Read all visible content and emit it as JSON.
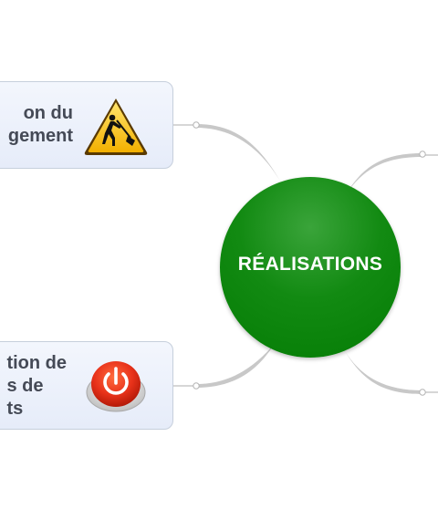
{
  "center": {
    "label": "RÉALISATIONS",
    "color": "#047c04"
  },
  "branches": [
    {
      "lines": [
        "on du",
        "gement"
      ],
      "icon": "construction-worker-warning-icon"
    },
    {
      "lines": [
        "tion de",
        "s de",
        "ts"
      ],
      "icon": "power-button-icon"
    }
  ],
  "colors": {
    "connector": "#c8c8c8",
    "box_border": "#c6cfdc",
    "text": "#454a56"
  }
}
